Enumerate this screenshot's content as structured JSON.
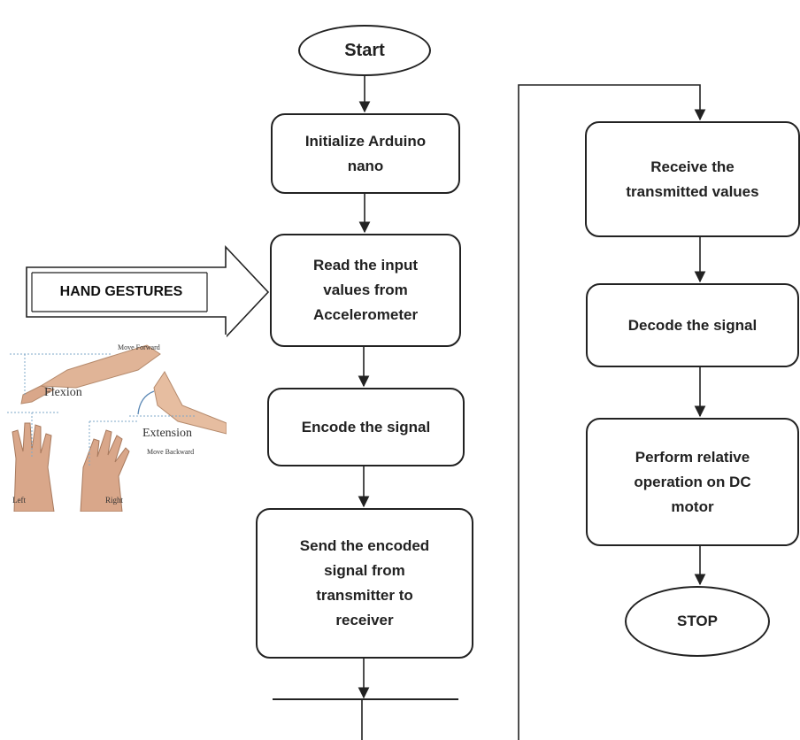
{
  "nodes": {
    "start": "Start",
    "init": "Initialize Arduino\nnano",
    "read": "Read the input\nvalues from\nAccelerometer",
    "encode": "Encode the signal",
    "send": "Send the encoded\nsignal from\ntransmitter to\nreceiver",
    "receive": "Receive the\ntransmitted values",
    "decode": "Decode the signal",
    "perform": "Perform relative\noperation on DC\nmotor",
    "stop": "STOP"
  },
  "input_arrow_label": "HAND GESTURES",
  "gesture_image": {
    "labels": {
      "move_forward": "Move Forward",
      "flexion": "Flexion",
      "extension": "Extension",
      "move_backward": "Move Backward",
      "left": "Left",
      "right": "Right"
    }
  }
}
